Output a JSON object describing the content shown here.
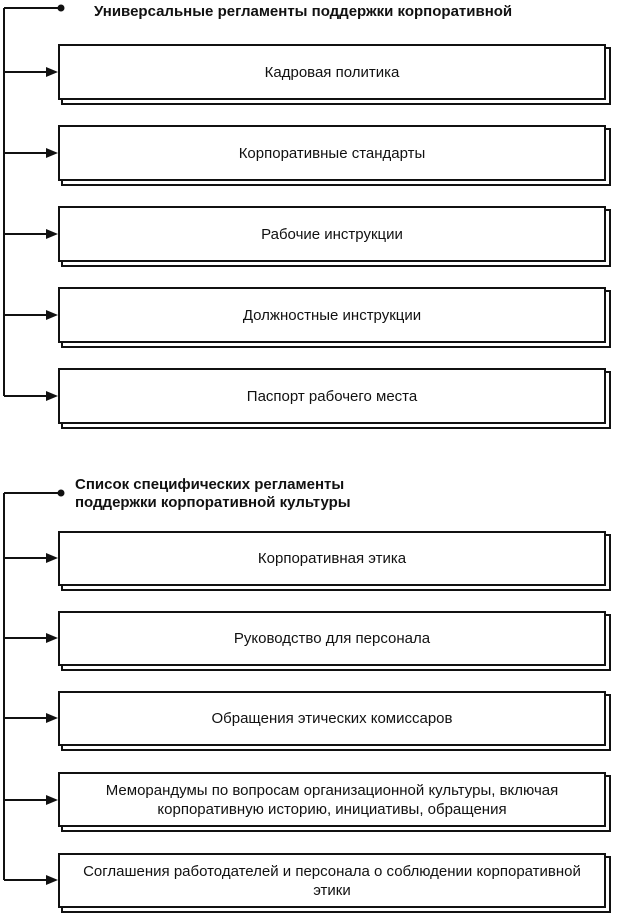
{
  "section1": {
    "title": "Универсальные регламенты поддержки корпоративной",
    "items": [
      "Кадровая политика",
      "Корпоративные стандарты",
      "Рабочие инструкции",
      "Должностные инструкции",
      "Паспорт рабочего места"
    ]
  },
  "section2": {
    "title": "Список специфических регламенты\nподдержки корпоративной культуры",
    "items": [
      "Корпоративная этика",
      "Руководство для персонала",
      "Обращения этических комиссаров",
      "Меморандумы по вопросам организационной культуры, включая корпоративную историю, инициативы, обращения",
      "Соглашения работодателей и персонала о соблюдении корпоративной этики"
    ]
  }
}
